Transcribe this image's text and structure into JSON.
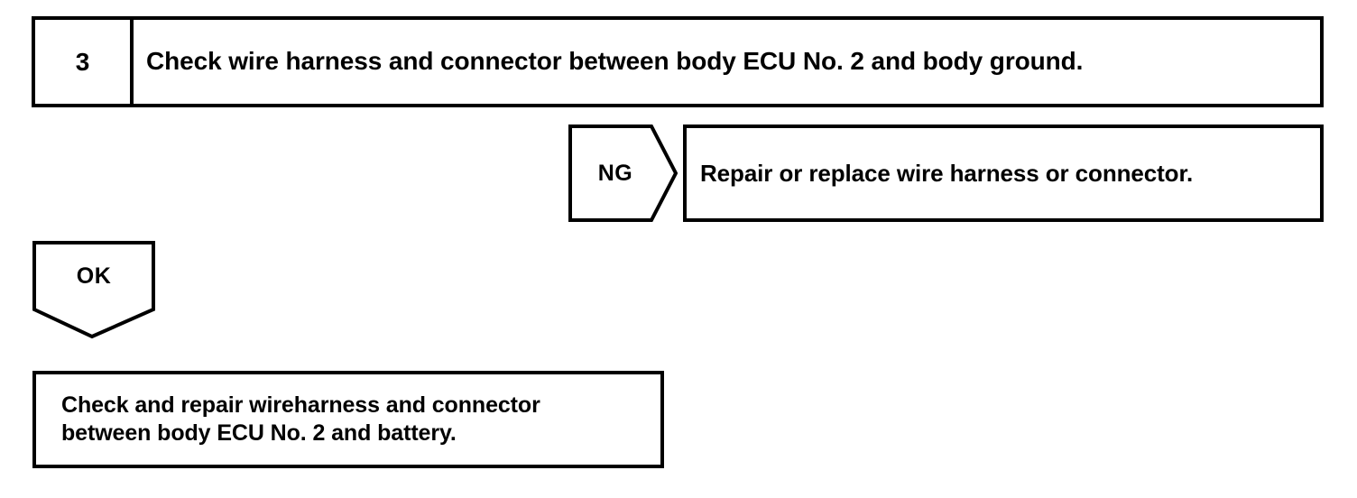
{
  "diagram": {
    "type": "troubleshooting-flowchart",
    "stroke_color": "#000000",
    "background_color": "#ffffff",
    "step": {
      "number": "3",
      "instruction": "Check wire harness and connector between body ECU No. 2 and body ground."
    },
    "branch_ng": {
      "label": "NG",
      "action": "Repair or replace wire harness or connector."
    },
    "branch_ok": {
      "label": "OK",
      "result_line_1": "Check and repair wireharness and connector",
      "result_line_2": "between body ECU No. 2 and battery."
    }
  }
}
